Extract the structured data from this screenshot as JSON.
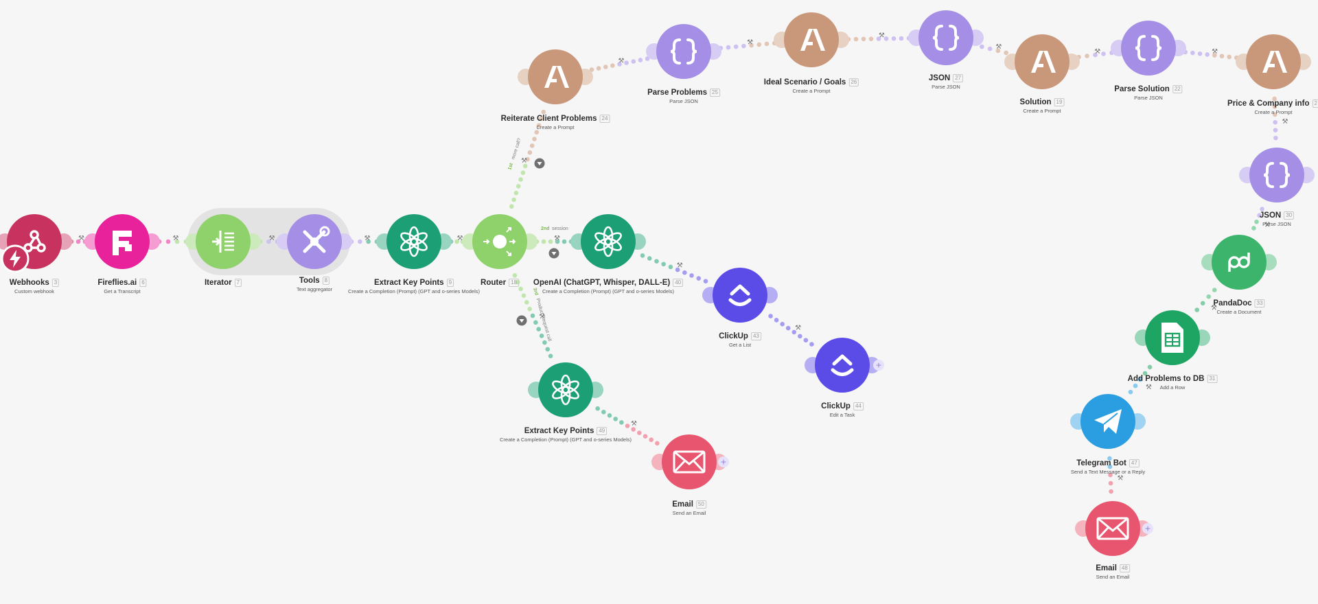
{
  "scenario": {
    "modules": [
      {
        "key": "webhooks",
        "title": "Webhooks",
        "id": "3",
        "subtitle": "Custom webhook",
        "icon": "webhook-icon",
        "color": "#c8325f"
      },
      {
        "key": "fireflies",
        "title": "Fireflies.ai",
        "id": "6",
        "subtitle": "Get a Transcript",
        "icon": "fireflies-icon",
        "color": "#e8229a"
      },
      {
        "key": "iterator",
        "title": "Iterator",
        "id": "7",
        "subtitle": "",
        "icon": "iterator-icon",
        "color": "#8fd16a"
      },
      {
        "key": "tools",
        "title": "Tools",
        "id": "8",
        "subtitle": "Text aggregator",
        "icon": "tools-icon",
        "color": "#a58ee5"
      },
      {
        "key": "extract1",
        "title": "Extract Key Points",
        "id": "9",
        "subtitle": "Create a Completion (Prompt) (GPT and o-series Models)",
        "icon": "openai-icon",
        "color": "#1d9f75"
      },
      {
        "key": "router",
        "title": "Router",
        "id": "18",
        "subtitle": "",
        "icon": "router-icon",
        "color": "#8fd16a"
      },
      {
        "key": "openai",
        "title": "OpenAI (ChatGPT, Whisper, DALL-E)",
        "id": "40",
        "subtitle": "Create a Completion (Prompt) (GPT and o-series Models)",
        "icon": "openai-icon",
        "color": "#1d9f75"
      },
      {
        "key": "clickup1",
        "title": "ClickUp",
        "id": "43",
        "subtitle": "Get a List",
        "icon": "clickup-icon",
        "color": "#5b4ce8"
      },
      {
        "key": "clickup2",
        "title": "ClickUp",
        "id": "44",
        "subtitle": "Edit a Task",
        "icon": "clickup-icon",
        "color": "#5b4ce8"
      },
      {
        "key": "extract2",
        "title": "Extract Key Points",
        "id": "49",
        "subtitle": "Create a Completion (Prompt) (GPT and o-series Models)",
        "icon": "openai-icon",
        "color": "#1d9f75"
      },
      {
        "key": "email1",
        "title": "Email",
        "id": "50",
        "subtitle": "Send an Email",
        "icon": "email-icon",
        "color": "#e8556e"
      },
      {
        "key": "reiterate",
        "title": "Reiterate Client Problems",
        "id": "24",
        "subtitle": "Create a Prompt",
        "icon": "anthropic-icon",
        "color": "#c9987a"
      },
      {
        "key": "parseproblems",
        "title": "Parse Problems",
        "id": "25",
        "subtitle": "Parse JSON",
        "icon": "json-icon",
        "color": "#a58ee5"
      },
      {
        "key": "ideal",
        "title": "Ideal Scenario / Goals",
        "id": "26",
        "subtitle": "Create a Prompt",
        "icon": "anthropic-icon",
        "color": "#c9987a"
      },
      {
        "key": "json27",
        "title": "JSON",
        "id": "27",
        "subtitle": "Parse JSON",
        "icon": "json-icon",
        "color": "#a58ee5"
      },
      {
        "key": "solution",
        "title": "Solution",
        "id": "19",
        "subtitle": "Create a Prompt",
        "icon": "anthropic-icon",
        "color": "#c9987a"
      },
      {
        "key": "parsesolution",
        "title": "Parse Solution",
        "id": "22",
        "subtitle": "Parse JSON",
        "icon": "json-icon",
        "color": "#a58ee5"
      },
      {
        "key": "price",
        "title": "Price & Company info",
        "id": "2",
        "subtitle": "Create a Prompt",
        "icon": "anthropic-icon",
        "color": "#c9987a"
      },
      {
        "key": "json30",
        "title": "JSON",
        "id": "30",
        "subtitle": "Parse JSON",
        "icon": "json-icon",
        "color": "#a58ee5"
      },
      {
        "key": "pandadoc",
        "title": "PandaDoc",
        "id": "33",
        "subtitle": "Create a Document",
        "icon": "pandadoc-icon",
        "color": "#3cb46c"
      },
      {
        "key": "sheets",
        "title": "Add Problems to DB",
        "id": "31",
        "subtitle": "Add a Row",
        "icon": "sheets-icon",
        "color": "#1ea463"
      },
      {
        "key": "telegram",
        "title": "Telegram Bot",
        "id": "47",
        "subtitle": "Send a Text Message or a Reply",
        "icon": "telegram-icon",
        "color": "#2a9ee0"
      },
      {
        "key": "email2",
        "title": "Email",
        "id": "48",
        "subtitle": "Send an Email",
        "icon": "email-icon",
        "color": "#e8556e"
      }
    ],
    "routes": [
      {
        "number": "1st",
        "label": "more call?"
      },
      {
        "number": "2nd",
        "label": "session"
      },
      {
        "number": "3rd",
        "label": "Product Request call"
      }
    ]
  }
}
